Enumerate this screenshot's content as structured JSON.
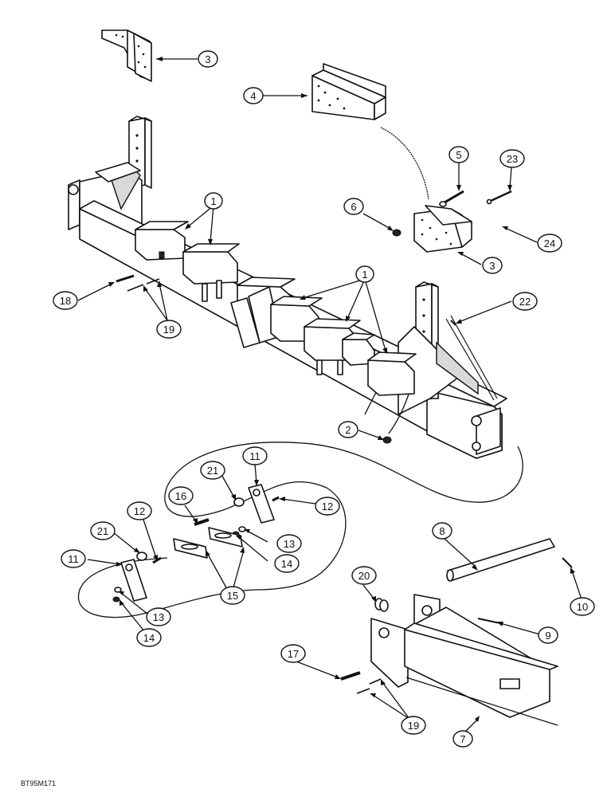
{
  "figure_code": "BT95M171",
  "callouts": [
    {
      "id": "c3a",
      "label": "3"
    },
    {
      "id": "c4",
      "label": "4"
    },
    {
      "id": "c5",
      "label": "5"
    },
    {
      "id": "c23",
      "label": "23"
    },
    {
      "id": "c6",
      "label": "6"
    },
    {
      "id": "c24",
      "label": "24"
    },
    {
      "id": "c3b",
      "label": "3"
    },
    {
      "id": "c1a",
      "label": "1"
    },
    {
      "id": "c1b",
      "label": "1"
    },
    {
      "id": "c18",
      "label": "18"
    },
    {
      "id": "c19a",
      "label": "19"
    },
    {
      "id": "c22",
      "label": "22"
    },
    {
      "id": "c2",
      "label": "2"
    },
    {
      "id": "c21a",
      "label": "21"
    },
    {
      "id": "c11a",
      "label": "11"
    },
    {
      "id": "c16",
      "label": "16"
    },
    {
      "id": "c12a",
      "label": "12"
    },
    {
      "id": "c12b",
      "label": "12"
    },
    {
      "id": "c13a",
      "label": "13"
    },
    {
      "id": "c14a",
      "label": "14"
    },
    {
      "id": "c21b",
      "label": "21"
    },
    {
      "id": "c11b",
      "label": "11"
    },
    {
      "id": "c15",
      "label": "15"
    },
    {
      "id": "c13b",
      "label": "13"
    },
    {
      "id": "c14b",
      "label": "14"
    },
    {
      "id": "c8",
      "label": "8"
    },
    {
      "id": "c20",
      "label": "20"
    },
    {
      "id": "c10",
      "label": "10"
    },
    {
      "id": "c9",
      "label": "9"
    },
    {
      "id": "c17",
      "label": "17"
    },
    {
      "id": "c19b",
      "label": "19"
    },
    {
      "id": "c7",
      "label": "7"
    }
  ]
}
